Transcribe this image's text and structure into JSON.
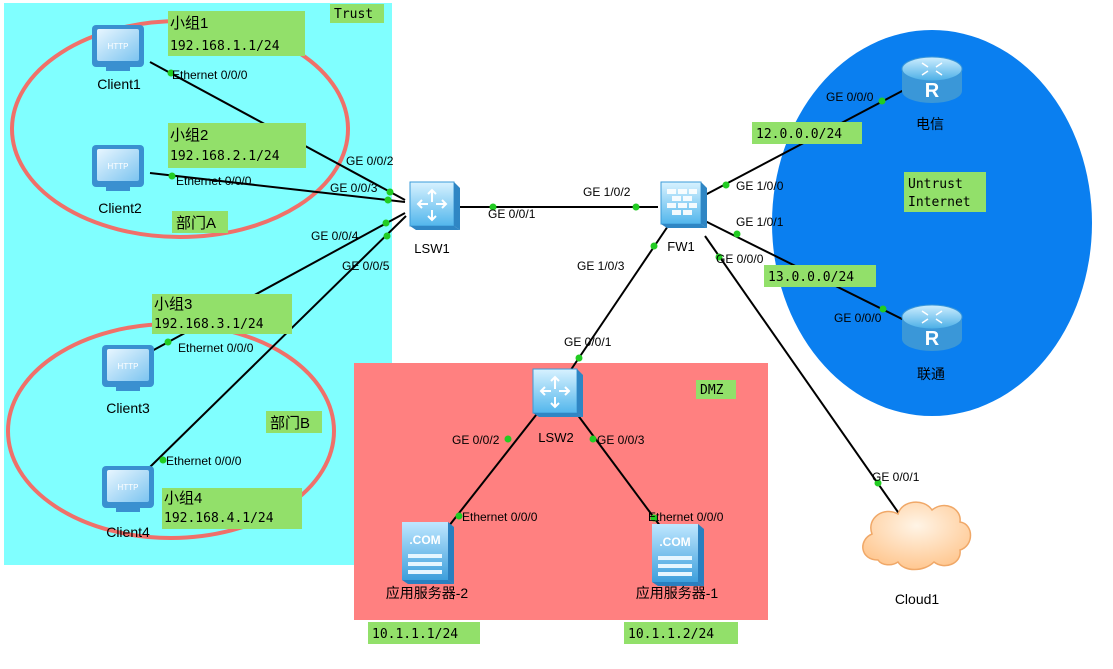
{
  "zones": {
    "trust": {
      "label": "Trust",
      "color": "#80ffff"
    },
    "dmz": {
      "label": "DMZ",
      "color": "#ff8080"
    },
    "untrust": {
      "line1": "Untrust",
      "line2": "Internet",
      "color": "#0a7ff0"
    },
    "dept_a": "部门A",
    "dept_b": "部门B"
  },
  "devices": {
    "client1": "Client1",
    "client2": "Client2",
    "client3": "Client3",
    "client4": "Client4",
    "lsw1": "LSW1",
    "lsw2": "LSW2",
    "fw1": "FW1",
    "telecom": "电信",
    "unicom": "联通",
    "cloud": "Cloud1",
    "server2": "应用服务器-2",
    "server1": "应用服务器-1",
    "server_badge": ".COM",
    "router_badge": "R",
    "client_badge": "HTTP"
  },
  "groups": {
    "g1": {
      "name": "小组1",
      "net": "192.168.1.1/24"
    },
    "g2": {
      "name": "小组2",
      "net": "192.168.2.1/24"
    },
    "g3": {
      "name": "小组3",
      "net": "192.168.3.1/24"
    },
    "g4": {
      "name": "小组4",
      "net": "192.168.4.1/24"
    }
  },
  "networks": {
    "telecom": "12.0.0.0/24",
    "unicom": "13.0.0.0/24",
    "server2": "10.1.1.1/24",
    "server1": "10.1.1.2/24"
  },
  "ports": {
    "c1": "Ethernet 0/0/0",
    "c2": "Ethernet 0/0/0",
    "c3": "Ethernet 0/0/0",
    "c4": "Ethernet 0/0/0",
    "lsw1_g2": "GE 0/0/2",
    "lsw1_g3": "GE 0/0/3",
    "lsw1_g4": "GE 0/0/4",
    "lsw1_g5": "GE 0/0/5",
    "lsw1_g1": "GE 0/0/1",
    "fw_g102": "GE 1/0/2",
    "fw_g103": "GE 1/0/3",
    "fw_g100": "GE 1/0/0",
    "fw_g101": "GE 1/0/1",
    "fw_g000": "GE 0/0/0",
    "lsw2_g1": "GE 0/0/1",
    "lsw2_g2": "GE 0/0/2",
    "lsw2_g3": "GE 0/0/3",
    "s2": "Ethernet 0/0/0",
    "s1": "Ethernet 0/0/0",
    "telecom_g": "GE 0/0/0",
    "unicom_g": "GE 0/0/0",
    "cloud_g": "GE 0/0/1"
  },
  "colors": {
    "link": "#000000",
    "port_dot": "#22cc22",
    "label_bg": "#92e06a",
    "dept_ellipse": "#f0706a"
  }
}
